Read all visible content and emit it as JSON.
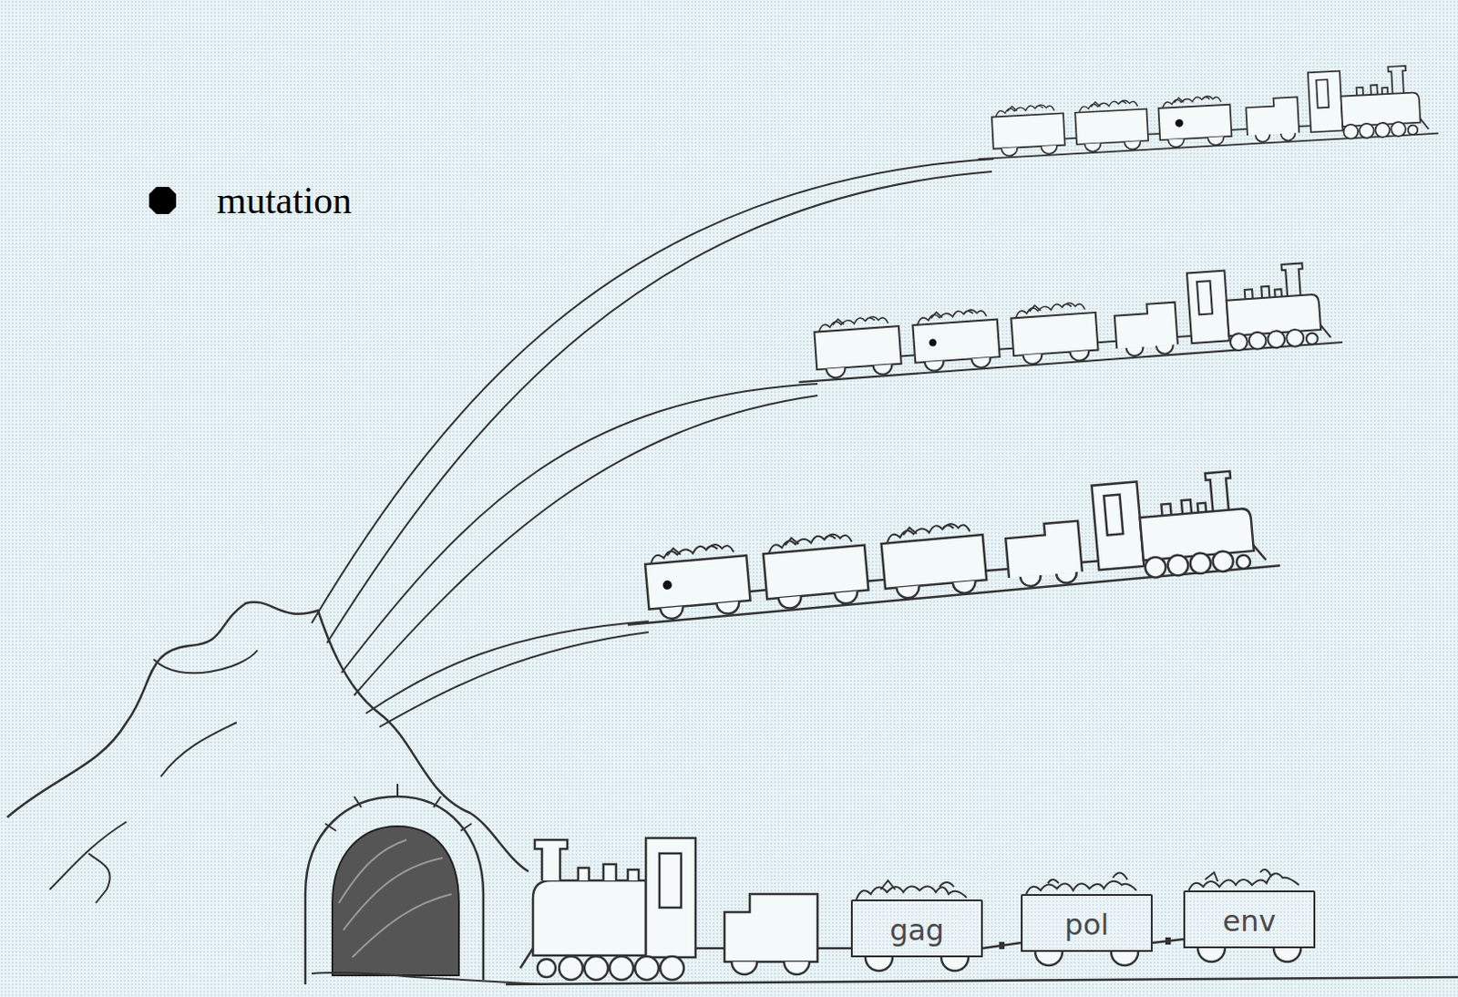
{
  "diagram": {
    "nodes": [
      {
        "text": [
          "gag"
        ]
      },
      {
        "text": [
          "pol"
        ]
      },
      {
        "text": [
          "env"
        ]
      }
    ],
    "edges": [
      {
        "from": 0,
        "to": 1,
        "arrow": "none"
      },
      {
        "from": 1,
        "to": 2,
        "arrow": "none"
      }
    ],
    "legend": [
      {
        "text": "mutation"
      }
    ]
  }
}
